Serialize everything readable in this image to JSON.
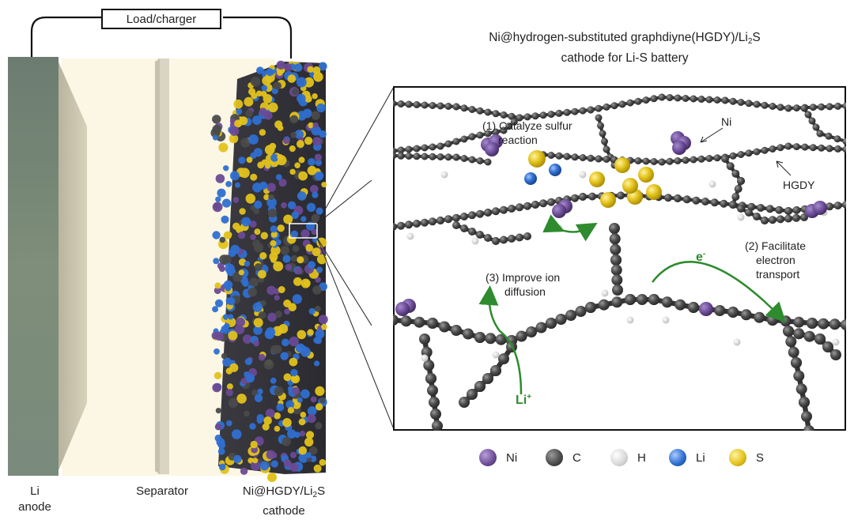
{
  "battery": {
    "load_label": "Load/charger",
    "anode_line1": "Li",
    "anode_line2": "anode",
    "separator": "Separator",
    "cathode_line1": "Ni@HGDY/Li",
    "cathode_sub": "2",
    "cathode_line1_end": "S",
    "cathode_line2": "cathode"
  },
  "title": {
    "line1_pre": "Ni@hydrogen-substituted graphdiyne(HGDY)/Li",
    "line1_sub": "2",
    "line1_post": "S",
    "line2": "cathode for Li-S battery"
  },
  "annotations": {
    "catalyze_1": "(1) Catalyze sulfur",
    "catalyze_2": "reaction",
    "ni": "Ni",
    "hgdy": "HGDY",
    "facilitate_1": "(2) Facilitate",
    "facilitate_2": "electron",
    "facilitate_3": "transport",
    "electron": "e",
    "electron_sup": "-",
    "improve_1": "(3) Improve ion",
    "improve_2": "diffusion",
    "li_ion": "Li",
    "li_ion_sup": "+"
  },
  "legend": [
    {
      "label": "Ni",
      "color": "#7b5aa6"
    },
    {
      "label": "C",
      "color": "#4a4a4a"
    },
    {
      "label": "H",
      "color": "#e2e2e2"
    },
    {
      "label": "Li",
      "color": "#2f6fd0"
    },
    {
      "label": "S",
      "color": "#e2c21c"
    }
  ],
  "colors": {
    "arrow_green": "#2e8b2e",
    "anode": "#6f8275",
    "electrolyte": "#fbf7e4",
    "separator": "#d9d4c4"
  }
}
